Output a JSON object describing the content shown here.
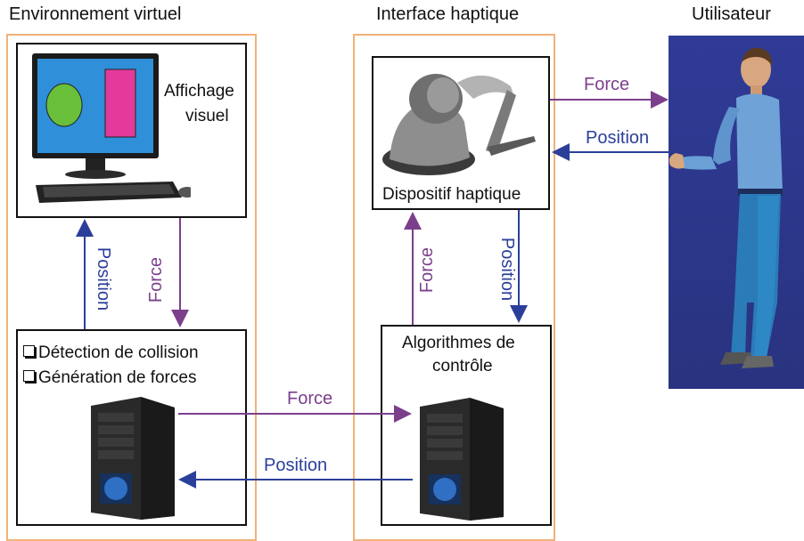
{
  "headings": {
    "virtual_env": "Environnement virtuel",
    "haptic_interface": "Interface haptique",
    "user": "Utilisateur"
  },
  "boxes": {
    "display": {
      "label_line1": "Affichage",
      "label_line2": "visuel"
    },
    "haptic_device": {
      "label": "Dispositif haptique"
    },
    "sim_computer": {
      "item1": "Détection de collision",
      "item2": "Génération de forces"
    },
    "control": {
      "label_line1": "Algorithmes de",
      "label_line2": "contrôle"
    }
  },
  "arrows": {
    "force": "Force",
    "position": "Position"
  },
  "colors": {
    "panel_border": "#f0b27a",
    "force_arrow": "#7b3f8c",
    "position_arrow": "#2b3f9a",
    "user_background": "#2a3590"
  },
  "icons": [
    "monitor-icon",
    "keyboard-icon",
    "mouse-icon",
    "haptic-device-icon",
    "computer-tower-icon",
    "user-figure-icon",
    "checkbox-icon"
  ]
}
